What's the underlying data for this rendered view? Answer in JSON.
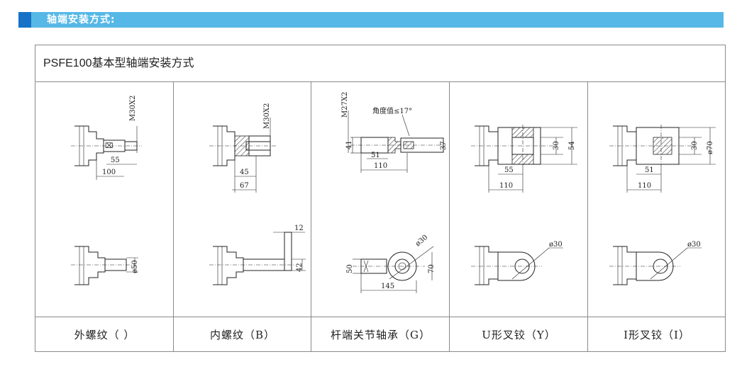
{
  "section": {
    "title": "轴端安装方式:"
  },
  "panel": {
    "title": "PSFE100基本型轴端安装方式",
    "columns": [
      {
        "caption": "外螺纹（  ）",
        "top_dims": {
          "thread": "M30X2",
          "d1": "55",
          "d2": "100"
        },
        "bottom_dims": {
          "dia": "ø50"
        }
      },
      {
        "caption": "内螺纹（B）",
        "top_dims": {
          "thread": "M30X2",
          "d1": "45",
          "d2": "67"
        },
        "bottom_dims": {
          "t": "12",
          "h": "42"
        }
      },
      {
        "caption": "杆端关节轴承（G）",
        "top_dims": {
          "thread": "M27X2",
          "angle": "角度值≤17°",
          "h1": "41",
          "d1": "51",
          "d2": "110",
          "h2": "37"
        },
        "bottom_dims": {
          "dia": "ø30",
          "h1": "50",
          "h2": "70",
          "w": "145"
        }
      },
      {
        "caption": "U形叉铰（Y）",
        "top_dims": {
          "h1": "30",
          "h2": "54",
          "d1": "55",
          "d2": "110"
        },
        "bottom_dims": {
          "dia": "ø30"
        }
      },
      {
        "caption": "I形叉铰（I）",
        "top_dims": {
          "h1": "30",
          "h2": "ø70",
          "d1": "51",
          "d2": "110"
        },
        "bottom_dims": {
          "dia": "ø30"
        }
      }
    ]
  }
}
